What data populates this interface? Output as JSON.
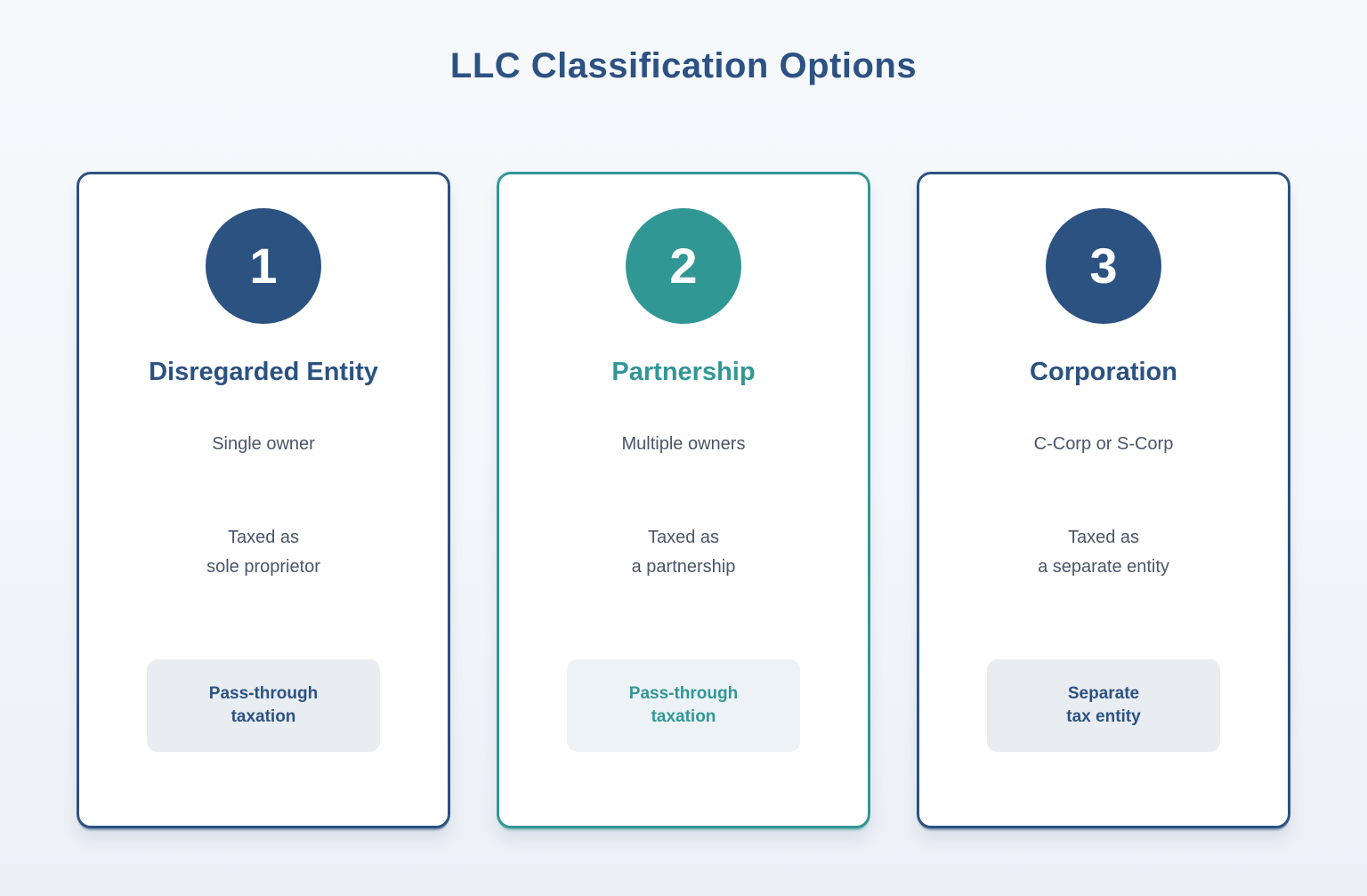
{
  "page": {
    "title": "LLC Classification Options"
  },
  "colors": {
    "navy_accent": "#2c5282",
    "teal_accent": "#319795",
    "muted_text": "#4a5568",
    "page_background": "#f4f7fa",
    "card_background": "#ffffff",
    "badge_background_navy": "#e9edf2",
    "badge_background_teal": "#ecf2f5"
  },
  "cards": [
    {
      "number": "1",
      "title": "Disregarded Entity",
      "subtitle": "Single owner",
      "tax_line1": "Taxed as",
      "tax_line2": "sole proprietor",
      "badge_line1": "Pass-through",
      "badge_line2": "taxation",
      "accent": "#2c5282"
    },
    {
      "number": "2",
      "title": "Partnership",
      "subtitle": "Multiple owners",
      "tax_line1": "Taxed as",
      "tax_line2": "a partnership",
      "badge_line1": "Pass-through",
      "badge_line2": "taxation",
      "accent": "#319795"
    },
    {
      "number": "3",
      "title": "Corporation",
      "subtitle": "C-Corp or S-Corp",
      "tax_line1": "Taxed as",
      "tax_line2": "a separate entity",
      "badge_line1": "Separate",
      "badge_line2": "tax entity",
      "accent": "#2c5282"
    }
  ]
}
